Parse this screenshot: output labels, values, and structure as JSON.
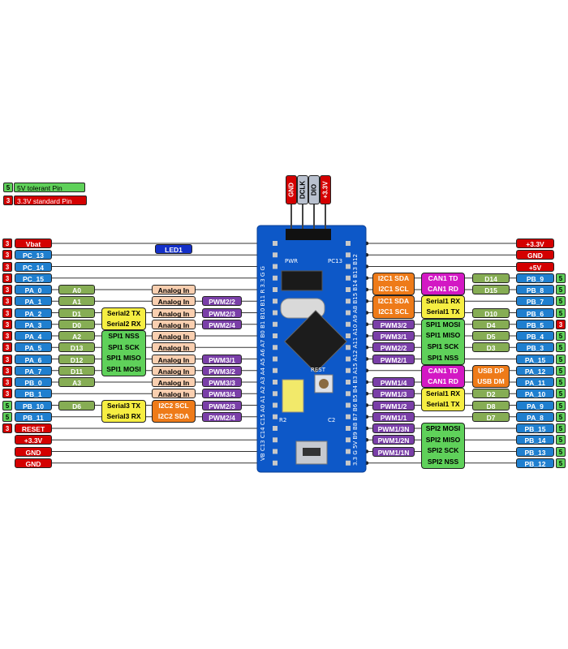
{
  "legend": {
    "tolerant": {
      "num": "5",
      "text": "5V tolerant Pin"
    },
    "standard": {
      "num": "3",
      "text": "3.3V standard Pin"
    }
  },
  "top_header": [
    "GND",
    "DCLK",
    "DIO",
    "+3.3V"
  ],
  "left_pins": [
    {
      "badge": "3",
      "label": "Vbat",
      "color": "red"
    },
    {
      "badge": "3",
      "label": "PC_13",
      "color": "blue"
    },
    {
      "badge": "3",
      "label": "PC_14",
      "color": "blue"
    },
    {
      "badge": "3",
      "label": "PC_15",
      "color": "blue"
    },
    {
      "badge": "3",
      "label": "PA_0",
      "color": "blue"
    },
    {
      "badge": "3",
      "label": "PA_1",
      "color": "blue"
    },
    {
      "badge": "3",
      "label": "PA_2",
      "color": "blue"
    },
    {
      "badge": "3",
      "label": "PA_3",
      "color": "blue"
    },
    {
      "badge": "3",
      "label": "PA_4",
      "color": "blue"
    },
    {
      "badge": "3",
      "label": "PA_5",
      "color": "blue"
    },
    {
      "badge": "3",
      "label": "PA_6",
      "color": "blue"
    },
    {
      "badge": "3",
      "label": "PA_7",
      "color": "blue"
    },
    {
      "badge": "3",
      "label": "PB_0",
      "color": "blue"
    },
    {
      "badge": "3",
      "label": "PB_1",
      "color": "blue"
    },
    {
      "badge": "5",
      "label": "PB_10",
      "color": "blue"
    },
    {
      "badge": "5",
      "label": "PB_11",
      "color": "blue"
    },
    {
      "badge": "3",
      "label": "RESET",
      "color": "red"
    },
    {
      "badge": "",
      "label": "+3.3V",
      "color": "red"
    },
    {
      "badge": "",
      "label": "GND",
      "color": "red"
    },
    {
      "badge": "",
      "label": "GND",
      "color": "red"
    }
  ],
  "right_pins": [
    {
      "badge": "",
      "label": "+3.3V",
      "color": "red"
    },
    {
      "badge": "",
      "label": "GND",
      "color": "red"
    },
    {
      "badge": "",
      "label": "+5V",
      "color": "red"
    },
    {
      "badge": "5",
      "label": "PB_9",
      "color": "blue"
    },
    {
      "badge": "5",
      "label": "PB_8",
      "color": "blue"
    },
    {
      "badge": "5",
      "label": "PB_7",
      "color": "blue"
    },
    {
      "badge": "5",
      "label": "PB_6",
      "color": "blue"
    },
    {
      "badge": "3",
      "label": "PB_5",
      "color": "blue"
    },
    {
      "badge": "5",
      "label": "PB_4",
      "color": "blue"
    },
    {
      "badge": "5",
      "label": "PB_3",
      "color": "blue"
    },
    {
      "badge": "5",
      "label": "PA_15",
      "color": "blue"
    },
    {
      "badge": "5",
      "label": "PA_12",
      "color": "blue"
    },
    {
      "badge": "5",
      "label": "PA_11",
      "color": "blue"
    },
    {
      "badge": "5",
      "label": "PA_10",
      "color": "blue"
    },
    {
      "badge": "5",
      "label": "PA_9",
      "color": "blue"
    },
    {
      "badge": "5",
      "label": "PA_8",
      "color": "blue"
    },
    {
      "badge": "5",
      "label": "PB_15",
      "color": "blue"
    },
    {
      "badge": "5",
      "label": "PB_14",
      "color": "blue"
    },
    {
      "badge": "5",
      "label": "PB_13",
      "color": "blue"
    },
    {
      "badge": "5",
      "label": "PB_12",
      "color": "blue"
    }
  ],
  "led_label": "LED1",
  "left_green": {
    "4": "A0",
    "5": "A1",
    "6": "D1",
    "7": "D0",
    "8": "A2",
    "9": "D13",
    "10": "D12",
    "11": "D11",
    "12": "A3",
    "14": "D6"
  },
  "left_analog": {
    "4": "Analog In",
    "5": "Analog In",
    "6": "Analog In",
    "7": "Analog In",
    "8": "Analog In",
    "9": "Analog In",
    "10": "Analog In",
    "11": "Analog In",
    "12": "Analog In",
    "13": "Analog In"
  },
  "left_pwm": {
    "5": "PWM2/2",
    "6": "PWM2/3",
    "7": "PWM2/4",
    "10": "PWM3/1",
    "11": "PWM3/2",
    "12": "PWM3/3",
    "13": "PWM3/4",
    "14": "PWM2/3",
    "15": "PWM2/4"
  },
  "left_groups": [
    {
      "rows": [
        6,
        7
      ],
      "color": "yellow",
      "lines": [
        "Serial2 TX",
        "Serial2 RX"
      ]
    },
    {
      "rows": [
        8,
        11
      ],
      "color": "green",
      "lines": [
        "SPI1 NSS",
        "SPI1 SCK",
        "SPI1 MISO",
        "SPI1 MOSI"
      ]
    },
    {
      "rows": [
        14,
        15
      ],
      "color": "yellow",
      "lines": [
        "Serial3 TX",
        "Serial3 RX"
      ]
    },
    {
      "rows": [
        14,
        15
      ],
      "color": "orange",
      "lines": [
        "I2C2 SCL",
        "I2C2 SDA"
      ]
    }
  ],
  "right_d": {
    "3": "D14",
    "4": "D15",
    "6": "D10",
    "7": "D4",
    "8": "D5",
    "9": "D3",
    "13": "D2",
    "14": "D8",
    "15": "D7"
  },
  "right_pwm": {
    "7": "PWM3/2",
    "8": "PWM3/1",
    "9": "PWM2/2",
    "10": "PWM2/1",
    "12": "PWM1/4",
    "13": "PWM1/3",
    "14": "PWM1/2",
    "15": "PWM1/1",
    "16": "PWM1/3N",
    "17": "PWM1/2N",
    "18": "PWM1/1N"
  },
  "right_groups": [
    {
      "rows": [
        3,
        4
      ],
      "color": "orange",
      "col": "a",
      "lines": [
        "I2C1 SDA",
        "I2C1 SCL"
      ]
    },
    {
      "rows": [
        5,
        6
      ],
      "color": "orange",
      "col": "a",
      "lines": [
        "I2C1 SDA",
        "I2C1 SCL"
      ]
    },
    {
      "rows": [
        3,
        4
      ],
      "color": "magenta",
      "col": "b",
      "lines": [
        "CAN1 TD",
        "CAN1 RD"
      ]
    },
    {
      "rows": [
        5,
        6
      ],
      "color": "yellow",
      "col": "b",
      "lines": [
        "Serial1 RX",
        "Serial1 TX"
      ]
    },
    {
      "rows": [
        7,
        10
      ],
      "color": "green",
      "col": "b",
      "lines": [
        "SPI1 MOSI",
        "SPI1 MISO",
        "SPI1 SCK",
        "SPI1 NSS"
      ]
    },
    {
      "rows": [
        11,
        12
      ],
      "color": "magenta",
      "col": "b",
      "lines": [
        "CAN1 TD",
        "CAN1 RD"
      ]
    },
    {
      "rows": [
        11,
        12
      ],
      "color": "orange",
      "col": "c",
      "lines": [
        "USB DP",
        "USB DM"
      ]
    },
    {
      "rows": [
        13,
        14
      ],
      "color": "yellow",
      "col": "b",
      "lines": [
        "Serial1 RX",
        "Serial1 TX"
      ]
    },
    {
      "rows": [
        16,
        19
      ],
      "color": "green",
      "col": "b",
      "lines": [
        "SPI2 MOSI",
        "SPI2 MISO",
        "SPI2 SCK",
        "SPI2 NSS"
      ]
    }
  ],
  "board": {
    "left_labels": "VB C13 C14 C15 A0 A1 A2 A3 A4 A5 A6 A7 B0 B1 B10 B11 R 3.3 G G",
    "right_labels": "3.3 G 5V B9 B8 B7 B6 B5 B4 B3 A15 A12 A11 A10 A9 A8 B15 B14 B13 B12",
    "reset_text": "REST",
    "pwr_text": "PWR",
    "pc13_text": "PC13",
    "r2_text": "R2",
    "c2_text": "C2"
  },
  "colors": {
    "red": "#d40000",
    "blue": "#1f7fcf",
    "green": "#5fd15a",
    "yellow": "#f6ee42",
    "orange": "#ee7b19",
    "purple": "#7a3fa8",
    "peach": "#f9cfb0",
    "olive": "#86ad54",
    "magenta": "#d318c4",
    "navy": "#1430c8",
    "board": "#0d58c8",
    "gray": "#b9c1cf",
    "pink": "#f5c3c9"
  }
}
